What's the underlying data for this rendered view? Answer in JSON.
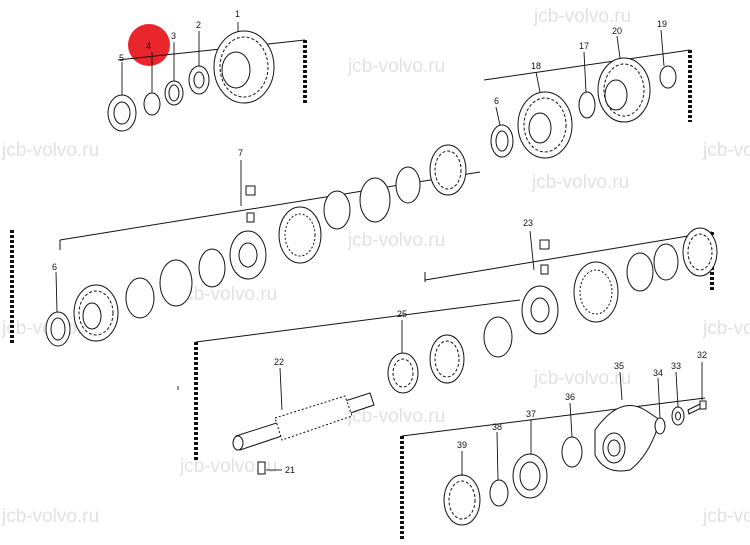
{
  "watermark": "jcb-volvo.ru",
  "highlight_color": "#e8262b",
  "callouts": {
    "c1": "1",
    "c2": "2",
    "c3": "3",
    "c4": "4",
    "c5": "5",
    "c6a": "6",
    "c6b": "6",
    "c7": "7",
    "c17": "17",
    "c18": "18",
    "c19": "19",
    "c20": "20",
    "c21": "21",
    "c22": "22",
    "c23": "23",
    "c25": "25",
    "c32": "32",
    "c33": "33",
    "c34": "34",
    "c35": "35",
    "c36": "36",
    "c37": "37",
    "c38": "38",
    "c39": "39"
  }
}
